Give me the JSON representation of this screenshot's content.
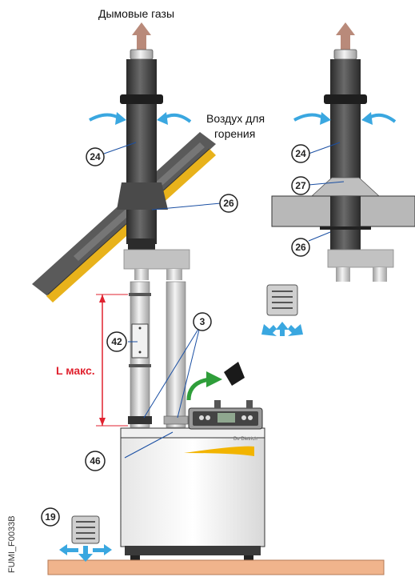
{
  "labels": {
    "flue_gases": "Дымовые газы",
    "combustion_air_line1": "Воздух для",
    "combustion_air_line2": "горения",
    "l_max": "L макс.",
    "figure_code": "FUMI_F0033B",
    "brand": "De Dietrich"
  },
  "callouts": [
    "24",
    "26",
    "24",
    "27",
    "26",
    "3",
    "42",
    "46",
    "19"
  ],
  "colors": {
    "pipe_dark": "#3a3a3a",
    "pipe_light": "#c9c9c9",
    "air_arrow": "#3aa7e0",
    "flue_arrow": "#b98a7a",
    "dimension": "#e0222f",
    "green_arrow": "#2f9e3a",
    "roof_yellow": "#e8b21b",
    "floor": "#f0b48c",
    "boiler_accent": "#f2b400"
  },
  "icons": [
    "flue-up-arrow",
    "air-inlet-arrow",
    "ventilation-grille",
    "control-panel",
    "bracket"
  ]
}
